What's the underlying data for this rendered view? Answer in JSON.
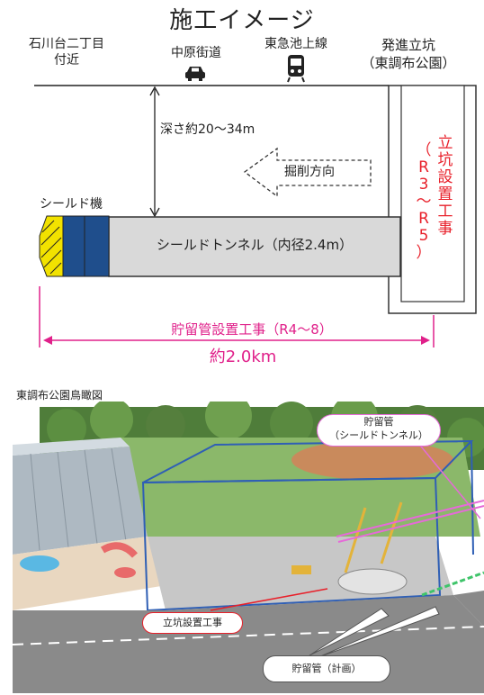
{
  "title": "施工イメージ",
  "labels": {
    "start_area_line1": "石川台二丁目",
    "start_area_line2": "付近",
    "road": "中原街道",
    "railway": "東急池上線",
    "shaft_line1": "発進立坑",
    "shaft_line2": "（東調布公園）",
    "depth": "深さ約20〜34m",
    "excavation_direction": "掘削方向",
    "shield_machine": "シールド機",
    "tunnel": "シールドトンネル（内径2.4m）",
    "shaft_work_chars": [
      "立",
      "坑",
      "設",
      "置",
      "工",
      "事"
    ],
    "shaft_work_period_chars": [
      "（",
      "R",
      "3",
      "〜",
      "R",
      "5",
      "）"
    ],
    "storage_pipe_work": "貯留管設置工事（R4〜8）",
    "distance": "約2.0km"
  },
  "aerial": {
    "title": "東調布公園鳥瞰図",
    "callout_pipe_line1": "貯留管",
    "callout_pipe_line2": "（シールドトンネル）",
    "callout_shaft": "立坑設置工事",
    "callout_planned": "貯留管（計画）"
  },
  "colors": {
    "accent_red": "#e8202a",
    "accent_magenta": "#e0208a",
    "shield_blue": "#1f4e8c",
    "shield_yellow": "#f2e200",
    "tunnel_gray": "#d9d9d9"
  }
}
